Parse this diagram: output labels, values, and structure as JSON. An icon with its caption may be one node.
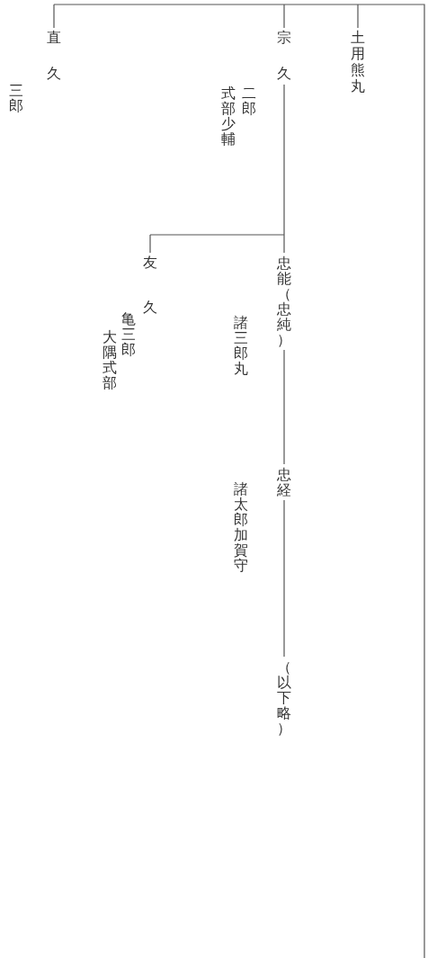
{
  "diagram": {
    "nodes": [
      {
        "text": [
          "直久"
        ],
        "beside": [
          "三郎"
        ]
      },
      {
        "text": [
          "宗久"
        ],
        "beside": [
          "二郎",
          "式部少輔"
        ]
      },
      {
        "text": [
          "土用熊丸"
        ]
      },
      {
        "text": [
          "友久"
        ],
        "beside": [
          "亀三郎",
          "大隅式部"
        ]
      },
      {
        "text": [
          "忠能（忠純）"
        ],
        "beside": [
          "諸三郎丸"
        ]
      },
      {
        "text": [
          "忠経"
        ],
        "beside": [
          "諸太郎加賀守"
        ]
      },
      {
        "text": [
          "（以下略）"
        ]
      }
    ],
    "edges": [
      {
        "from": null,
        "to": 0,
        "arrow": "none"
      },
      {
        "from": null,
        "to": 1,
        "arrow": "none"
      },
      {
        "from": null,
        "to": 2,
        "arrow": "none"
      },
      {
        "from": 1,
        "to": 3,
        "arrow": "none"
      },
      {
        "from": 1,
        "to": 4,
        "arrow": "none"
      },
      {
        "from": 4,
        "to": 5,
        "arrow": "none"
      },
      {
        "from": 5,
        "to": 6,
        "arrow": "none"
      }
    ]
  }
}
